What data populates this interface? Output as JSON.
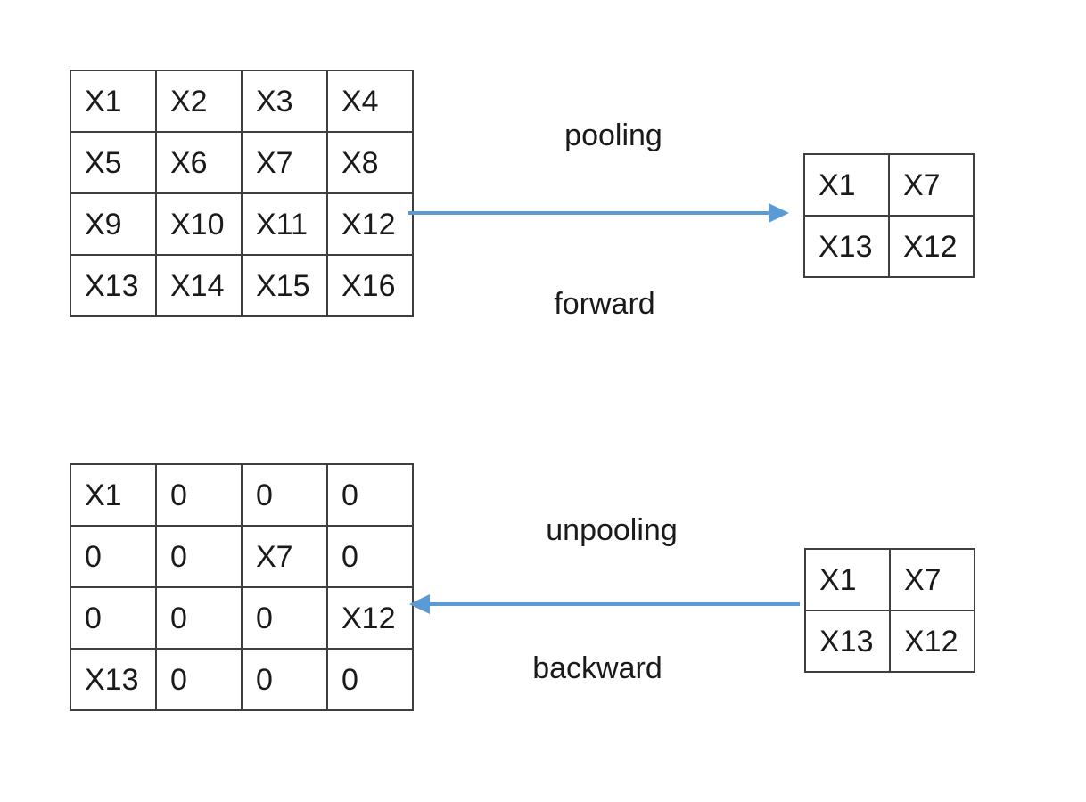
{
  "colors": {
    "arrow": "#5b9bd5",
    "table_border": "#3f3f3f",
    "text": "#1a1a1a",
    "background": "#ffffff"
  },
  "forward_section": {
    "operation_label": "pooling",
    "pass_label": "forward",
    "input_grid": [
      [
        "X1",
        "X2",
        "X3",
        "X4"
      ],
      [
        "X5",
        "X6",
        "X7",
        "X8"
      ],
      [
        "X9",
        "X10",
        "X11",
        "X12"
      ],
      [
        "X13",
        "X14",
        "X15",
        "X16"
      ]
    ],
    "output_grid": [
      [
        "X1",
        "X7"
      ],
      [
        "X13",
        "X12"
      ]
    ]
  },
  "backward_section": {
    "operation_label": "unpooling",
    "pass_label": "backward",
    "input_grid": [
      [
        "X1",
        "X7"
      ],
      [
        "X13",
        "X12"
      ]
    ],
    "output_grid": [
      [
        "X1",
        "0",
        "0",
        "0"
      ],
      [
        "0",
        "0",
        "X7",
        "0"
      ],
      [
        "0",
        "0",
        "0",
        "X12"
      ],
      [
        "X13",
        "0",
        "0",
        "0"
      ]
    ]
  }
}
